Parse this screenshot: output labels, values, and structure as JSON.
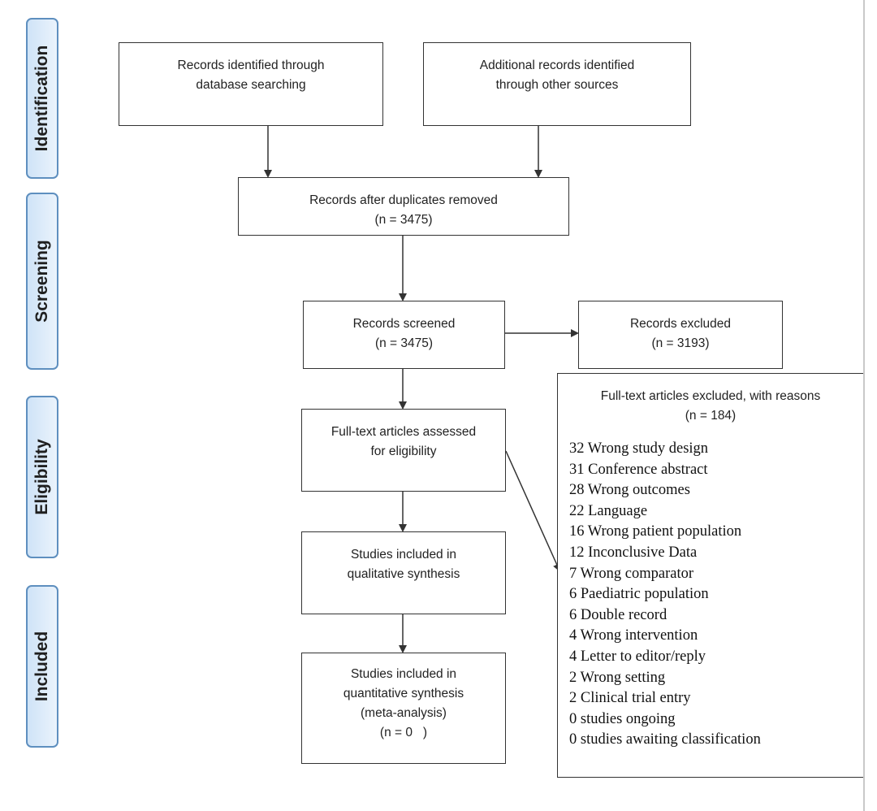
{
  "phases": [
    "Identification",
    "Screening",
    "Eligibility",
    "Included"
  ],
  "boxes": {
    "database": [
      "Records identified through",
      "database searching"
    ],
    "other_sources": [
      "Additional records identified",
      "through other sources"
    ],
    "duplicates_removed": [
      "Records after duplicates removed",
      "(n = 3475)"
    ],
    "screened": [
      "Records screened",
      "(n = 3475)"
    ],
    "excluded": [
      "Records excluded",
      "(n = 3193)"
    ],
    "fulltext": [
      "Full-text articles assessed",
      "for eligibility"
    ],
    "qualitative": [
      "Studies included in",
      "qualitative synthesis"
    ],
    "quantitative": [
      "Studies included in",
      "quantitative synthesis",
      "(meta-analysis)",
      "(n = 0   )"
    ]
  },
  "exclusion_reasons": {
    "title": "Full-text articles excluded, with reasons",
    "count": "(n = 184)",
    "items": [
      "32 Wrong study design",
      "31 Conference abstract",
      "28 Wrong outcomes",
      "22 Language",
      "16 Wrong patient population",
      "12 Inconclusive Data",
      "7 Wrong comparator",
      "6 Paediatric population",
      "6 Double record",
      "4 Wrong intervention",
      "4 Letter to editor/reply",
      "2 Wrong setting",
      "2 Clinical trial entry",
      "0 studies ongoing",
      "0 studies awaiting classification"
    ]
  },
  "colors": {
    "phase_border": "#5e8fbf",
    "phase_fill": "#cfe3f7",
    "line": "#333333"
  }
}
